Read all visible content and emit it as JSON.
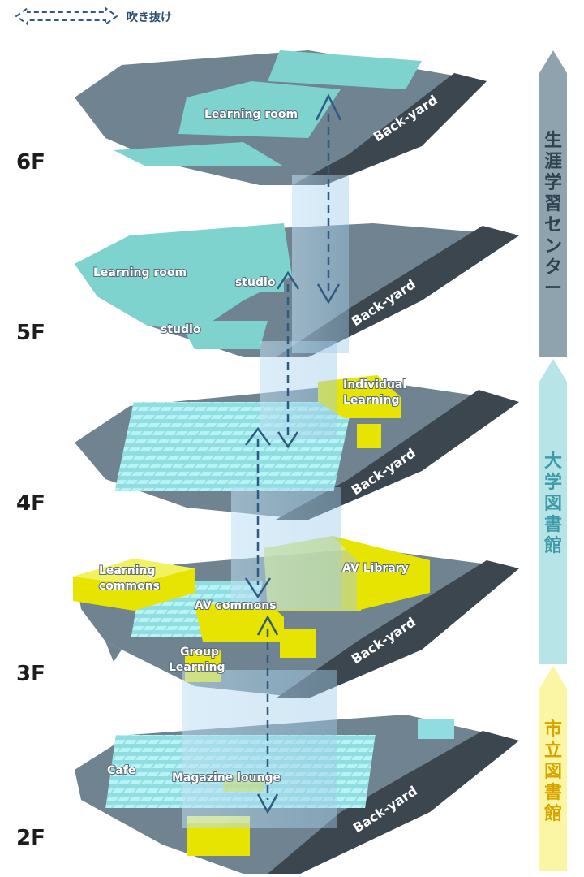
{
  "legend": {
    "void_label": "吹き抜け"
  },
  "floors": [
    "6F",
    "5F",
    "4F",
    "3F",
    "2F"
  ],
  "side_bars": [
    {
      "label": "生涯学習センター",
      "color": "#8ea3ae",
      "text_color": "#2f4250"
    },
    {
      "label": "大学図書館",
      "color": "#b7e4e6",
      "text_color": "#3e9aa8"
    },
    {
      "label": "市立図書館",
      "color": "#fbf6a4",
      "text_color": "#d8a400"
    }
  ],
  "labels": {
    "f6_learning_room": "Learning room",
    "f6_backyard": "Back-yard",
    "f5_learning_room": "Learning room",
    "f5_studio_a": "studio",
    "f5_studio_b": "studio",
    "f5_backyard": "Back-yard",
    "f4_individual_1": "Individual",
    "f4_individual_2": "Learning",
    "f4_backyard": "Back-yard",
    "f3_commons_1": "Learning",
    "f3_commons_2": "commons",
    "f3_av_commons": "AV commons",
    "f3_av_library": "AV Library",
    "f3_group_1": "Group",
    "f3_group_2": "Learning",
    "f3_backyard": "Back-yard",
    "f2_cafe": "Cafe",
    "f2_magazine": "Magazine lounge",
    "f2_backyard": "Back-yard"
  },
  "colors": {
    "slab": "#6d808e",
    "slab_dark": "#3f4b55",
    "teal": "#7fd3cf",
    "shelf": "#a8eef0",
    "yellow": "#e6e400",
    "void": "#b9d9ef",
    "arrow": "#2f5a82"
  }
}
